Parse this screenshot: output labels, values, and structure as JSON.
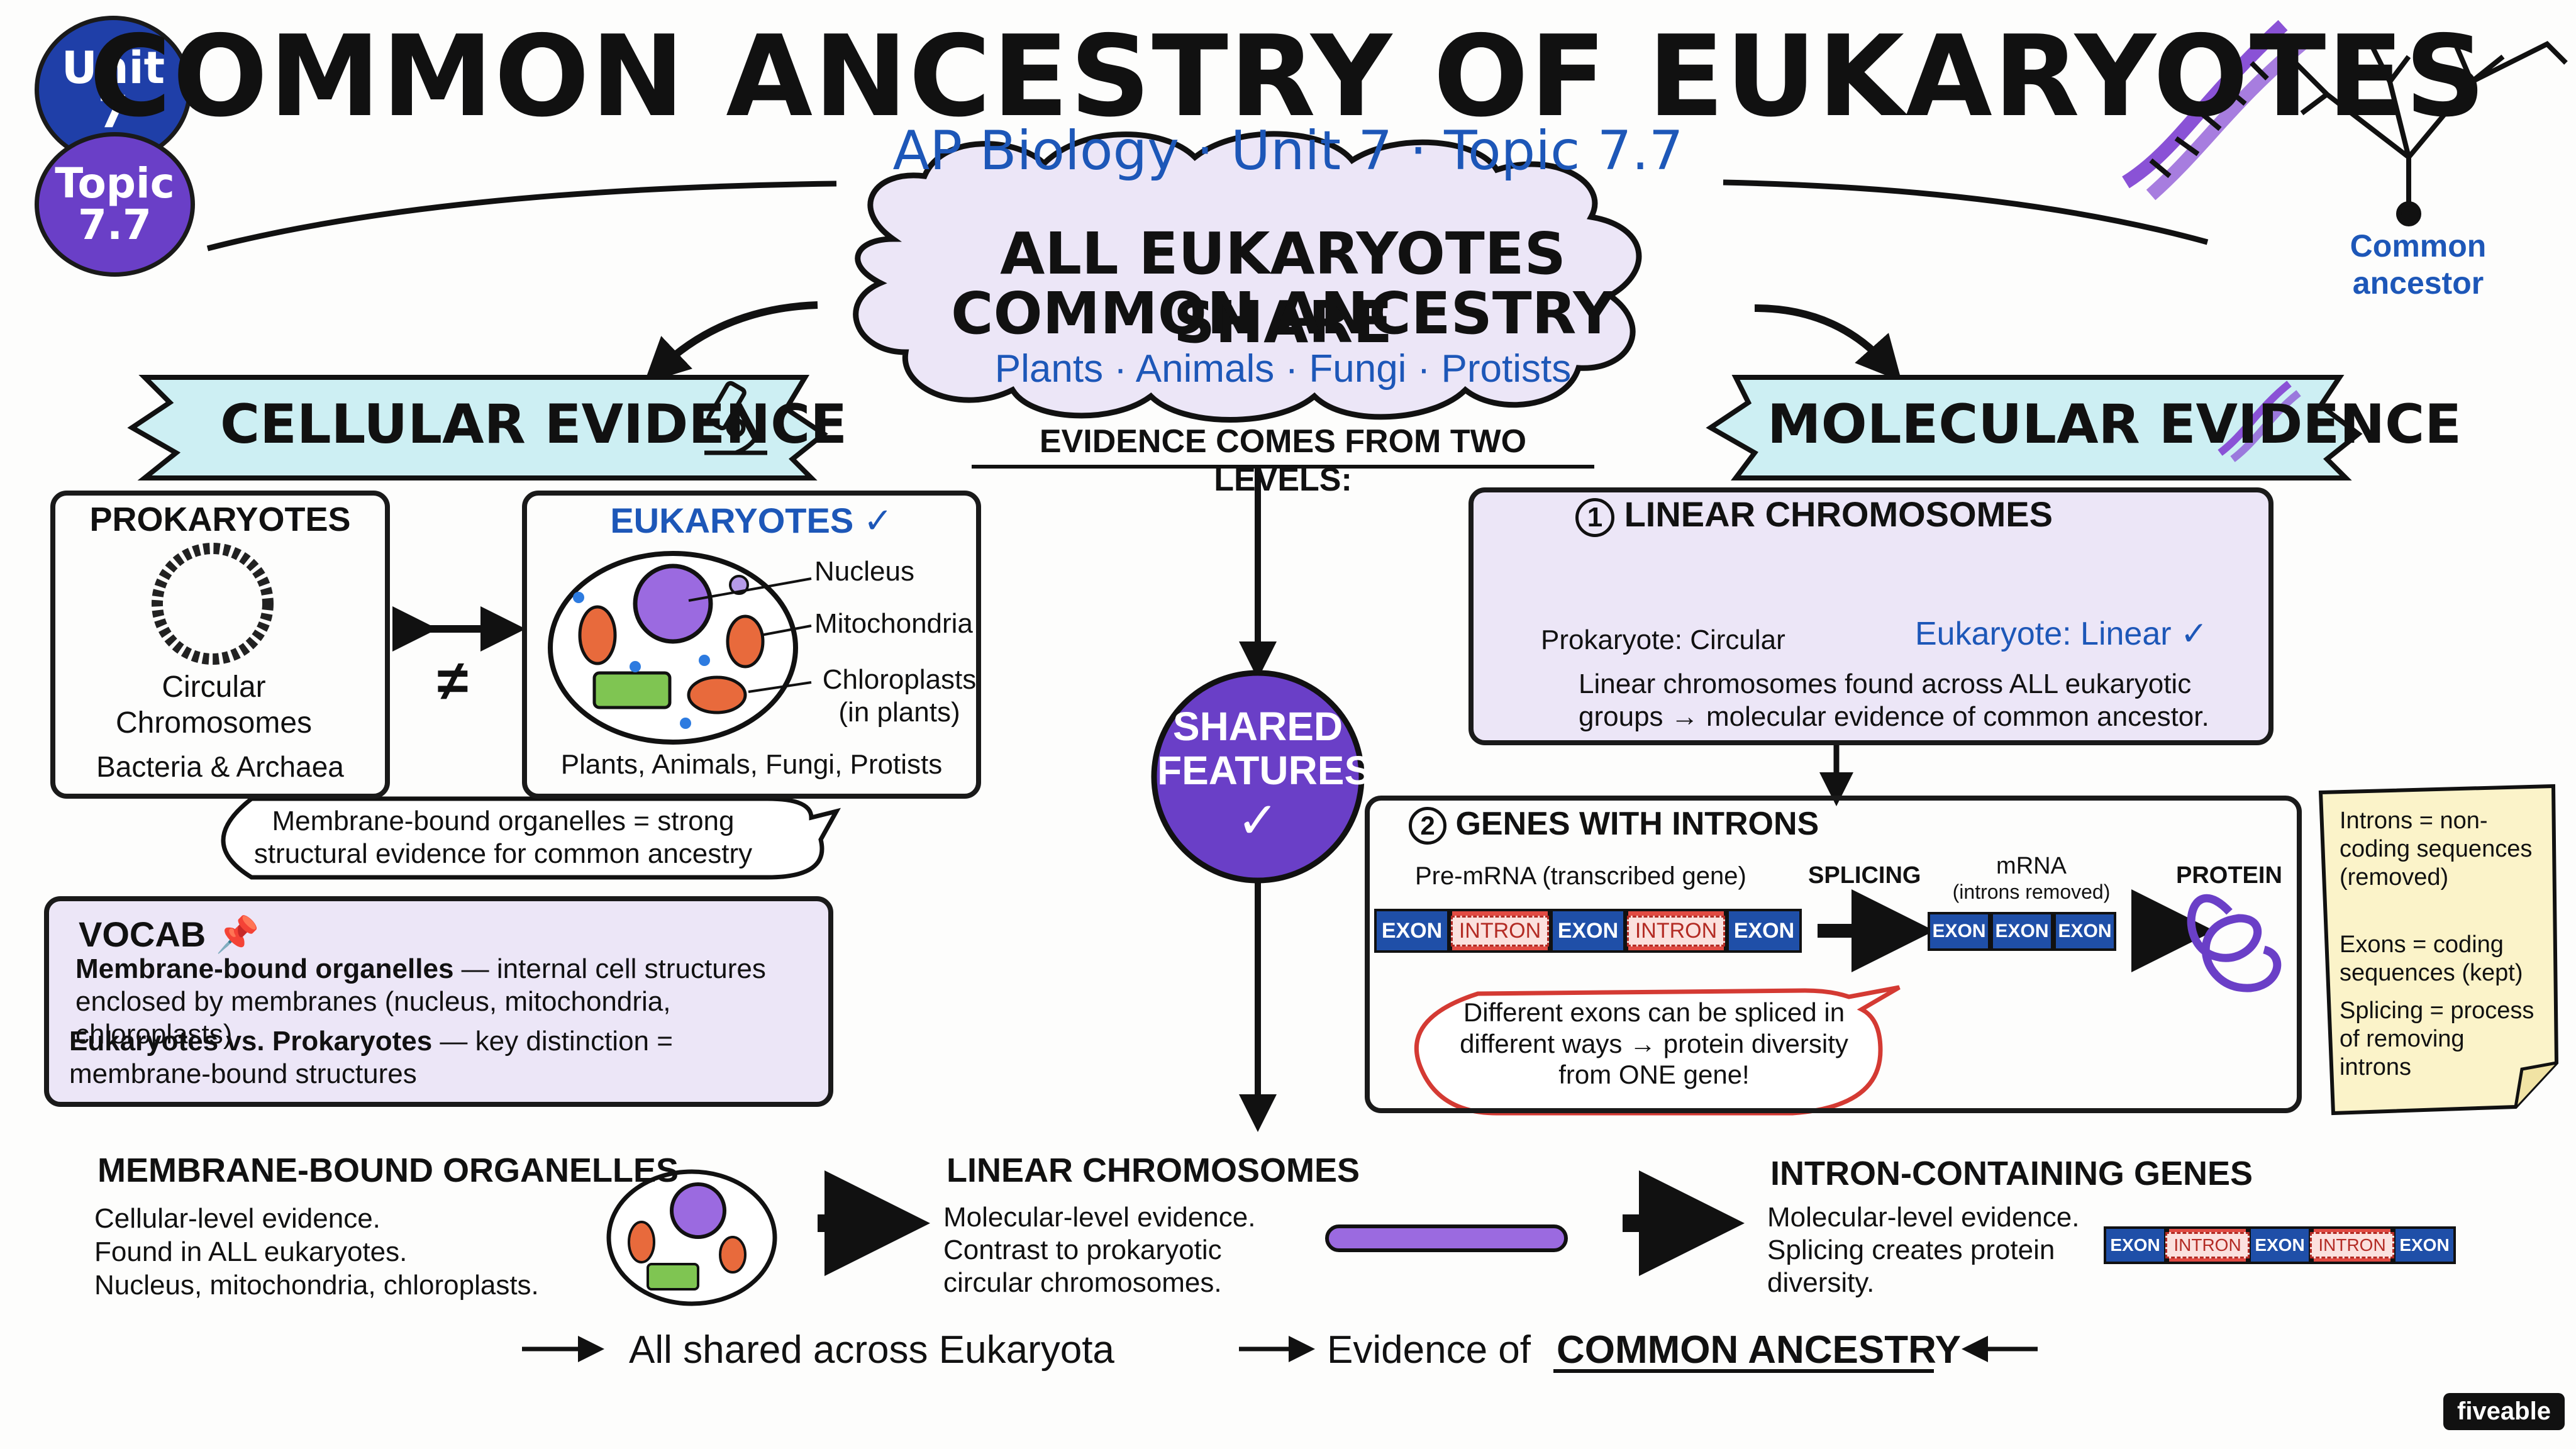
{
  "header": {
    "title": "COMMON ANCESTRY OF EUKARYOTES",
    "subtitle": "AP Biology · Unit 7 · Topic 7.7",
    "badge_unit": "Unit 7",
    "badge_topic": "Topic 7.7",
    "tree_label": "Common ancestor"
  },
  "center": {
    "cloud_line1": "ALL EUKARYOTES SHARE",
    "cloud_line2": "COMMON ANCESTRY",
    "cloud_groups": "Plants · Animals · Fungi · Protists",
    "evidence_levels": "EVIDENCE COMES FROM TWO LEVELS:",
    "shared_line1": "SHARED",
    "shared_line2": "FEATURES",
    "shared_check": "✓"
  },
  "cellular": {
    "banner": "CELLULAR EVIDENCE",
    "prokaryotes_title": "PROKARYOTES",
    "prokaryotes_chrom": "Circular Chromosomes",
    "prokaryotes_examples": "Bacteria & Archaea",
    "not_equal": "≠",
    "eukaryotes_title": "EUKARYOTES ✓",
    "label_nucleus": "Nucleus",
    "label_mito": "Mitochondria",
    "label_chloro": "Chloroplasts (in plants)",
    "eukaryotes_examples": "Plants, Animals, Fungi, Protists",
    "bubble": "Membrane-bound organelles = strong structural evidence for common ancestry"
  },
  "vocab": {
    "title": "VOCAB",
    "term1": "Membrane-bound organelles",
    "def1": " — internal cell structures enclosed by membranes (nucleus, mitochondria, chloroplasts)",
    "term2": "Eukaryotes vs. Prokaryotes",
    "def2": " — key distinction = membrane-bound structures"
  },
  "molecular": {
    "banner": "MOLECULAR EVIDENCE",
    "linear_num": "1",
    "linear_title": "LINEAR CHROMOSOMES",
    "prok_circular": "Prokaryote: Circular",
    "euk_linear": "Eukaryote: Linear ✓",
    "linear_note": "Linear chromosomes found across ALL eukaryotic groups → molecular evidence of common ancestor.",
    "introns_num": "2",
    "introns_title": "GENES WITH INTRONS",
    "premrna_label": "Pre-mRNA (transcribed gene)",
    "splicing_label": "SPLICING",
    "mrna_label": "mRNA",
    "mrna_sub": "(introns removed)",
    "protein_label": "PROTEIN",
    "exon": "EXON",
    "intron": "INTRON",
    "splice_bubble": "Different exons can be spliced in different ways → protein diversity from ONE gene!"
  },
  "sticky": {
    "introns_def": "Introns = non-coding sequences (removed)",
    "exons_def": "Exons = coding sequences (kept)",
    "splicing_def": "Splicing = process of removing introns"
  },
  "summary": {
    "mbo_title": "MEMBRANE-BOUND ORGANELLES",
    "mbo_text1": "Cellular-level evidence.",
    "mbo_text2": "Found in ALL eukaryotes.",
    "mbo_text3": "Nucleus, mitochondria, chloroplasts.",
    "lc_title": "LINEAR CHROMOSOMES",
    "lc_text1": "Molecular-level evidence.",
    "lc_text2": "Contrast to prokaryotic",
    "lc_text3": "circular chromosomes.",
    "icg_title": "INTRON-CONTAINING GENES",
    "icg_text1": "Molecular-level evidence.",
    "icg_text2": "Splicing creates protein",
    "icg_text3": "diversity."
  },
  "footer": {
    "line_part1": "All shared across Eukaryota",
    "line_part2": "Evidence of",
    "line_emph": "COMMON ANCESTRY",
    "brand": "fiveable"
  },
  "colors": {
    "purple": "#6a3fc7",
    "blue_badge": "#1f3fa8",
    "accent_blue": "#1d57b8",
    "exon_blue": "#1f4fa8",
    "intron_red": "#e14b43"
  }
}
